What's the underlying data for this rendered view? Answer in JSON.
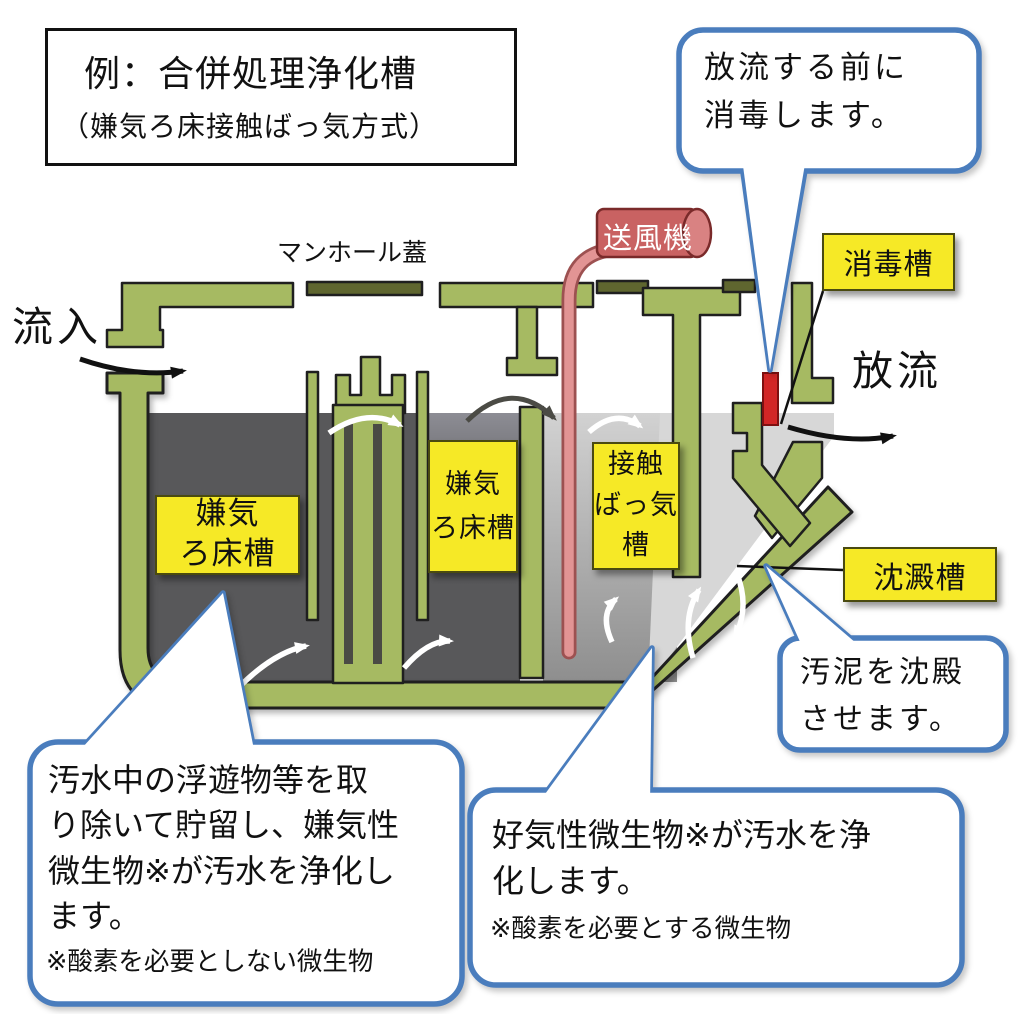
{
  "title": {
    "line1": "例：合併処理浄化槽",
    "line2": "（嫌気ろ床接触ばっ気方式）"
  },
  "labels": {
    "manhole_cover": "マンホール蓋",
    "inflow": "流入",
    "outflow": "放流",
    "blower": "送風機",
    "disinfection_tank": "消毒槽",
    "anaerobic_filter_tank_1": "嫌気\nろ床槽",
    "anaerobic_filter_tank_2": "嫌気\nろ床槽",
    "contact_aeration_tank": "接触\nばっ気\n槽",
    "sedimentation_tank": "沈澱槽"
  },
  "callouts": {
    "disinfection": {
      "text": "放流する前に\n消毒します。"
    },
    "anaerobic": {
      "text": "汚水中の浮遊物等を取\nり除いて貯留し、嫌気性\n微生物※が汚水を浄化し\nます。",
      "footnote": "※酸素を必要としない微生物"
    },
    "aerobic": {
      "text": "好気性微生物※が汚水を浄\n化します。",
      "footnote": "※酸素を必要とする微生物"
    },
    "sludge": {
      "text": "汚泥を沈殿\nさせます。"
    }
  },
  "colors": {
    "callout_blue": "#4a7dbd",
    "label_yellow": "#f6e926",
    "tank_green": "#a6ba62",
    "manhole_dark_olive": "#5f662f",
    "blower_red": "#c96262",
    "air_pipe_pink": "#e29494",
    "disinfectant_red": "#d22626",
    "water_dark_gray": "#58585a",
    "water_light_gray": "#d7d7d7"
  }
}
